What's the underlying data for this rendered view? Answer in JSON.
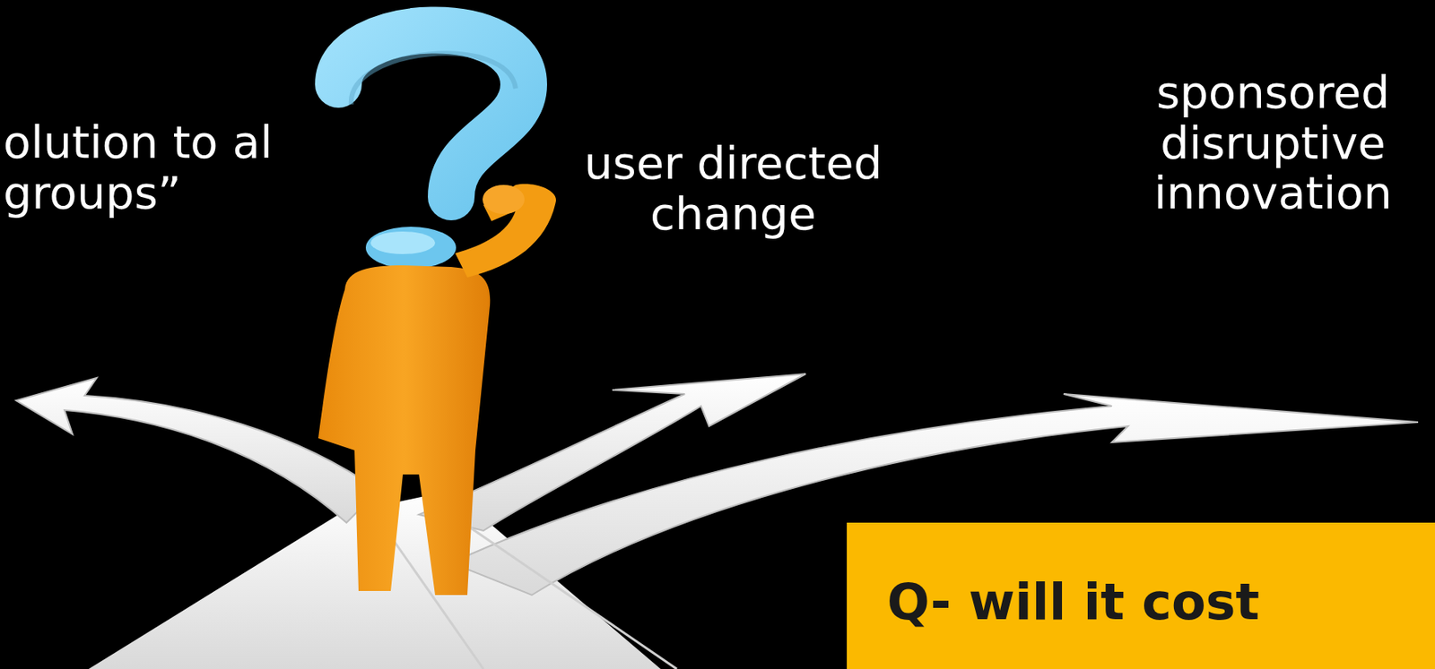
{
  "diagram": {
    "nodes": [
      {
        "text": [
          "Q- will it cost"
        ]
      }
    ],
    "labels": [
      "olution to al groups”",
      "user directed change",
      "sponsored disruptive innovation"
    ]
  }
}
